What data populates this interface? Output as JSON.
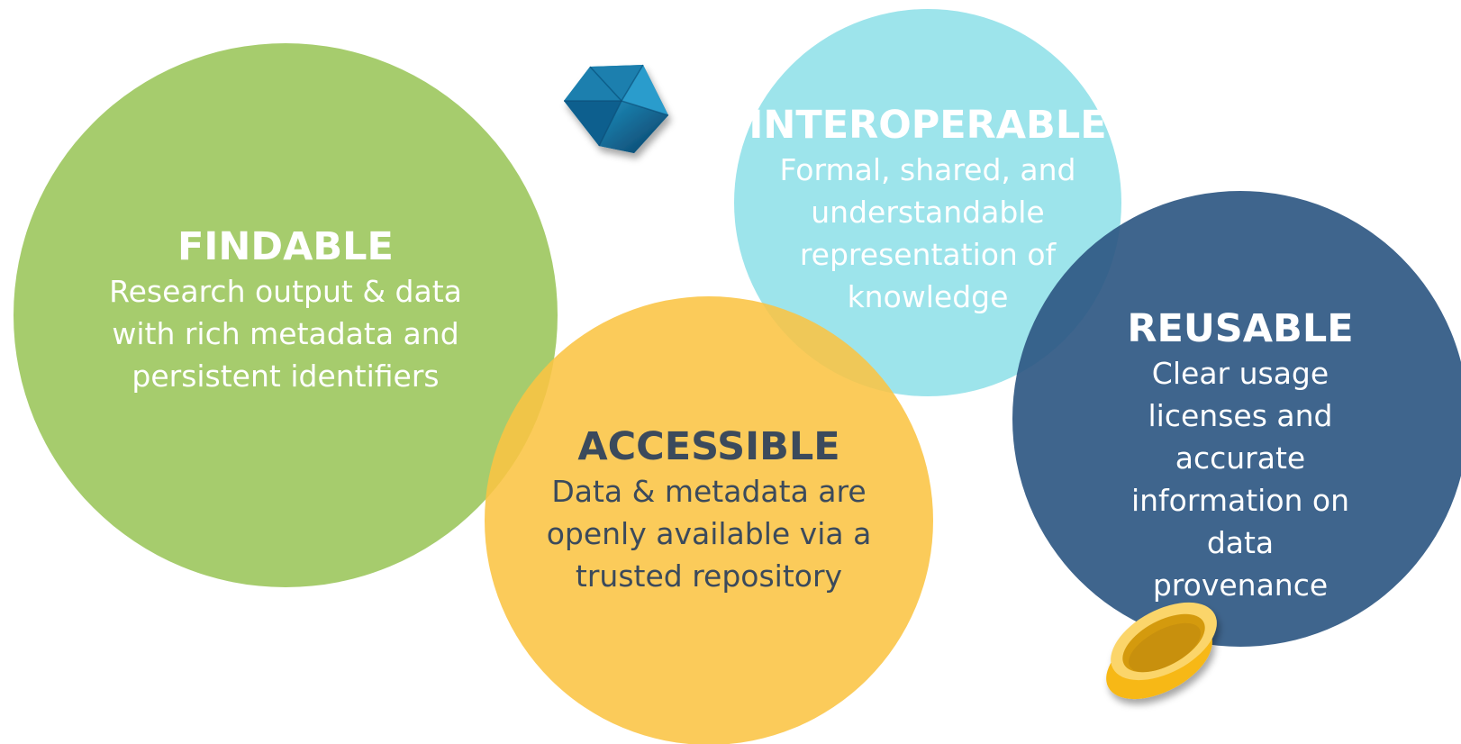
{
  "principles": {
    "findable": {
      "title": "FINDABLE",
      "lines": [
        "Research output & data",
        "with rich metadata and",
        "persistent identifiers"
      ],
      "color": "#9fc862"
    },
    "accessible": {
      "title": "ACCESSIBLE",
      "lines": [
        "Data & metadata are",
        "openly available via a",
        "trusted repository"
      ],
      "color": "#fbc443"
    },
    "interoperable": {
      "title": "INTEROPERABLE",
      "lines": [
        "Formal, shared, and",
        "understandable",
        "representation of",
        "knowledge"
      ],
      "color": "#98e3ea"
    },
    "reusable": {
      "title": "REUSABLE",
      "lines": [
        "Clear usage licenses and",
        "accurate information on",
        "data provenance"
      ],
      "color": "#2f5883"
    }
  },
  "decorations": {
    "gem_icon": "blue-polyhedron-icon",
    "ring_icon": "gold-ring-icon"
  }
}
